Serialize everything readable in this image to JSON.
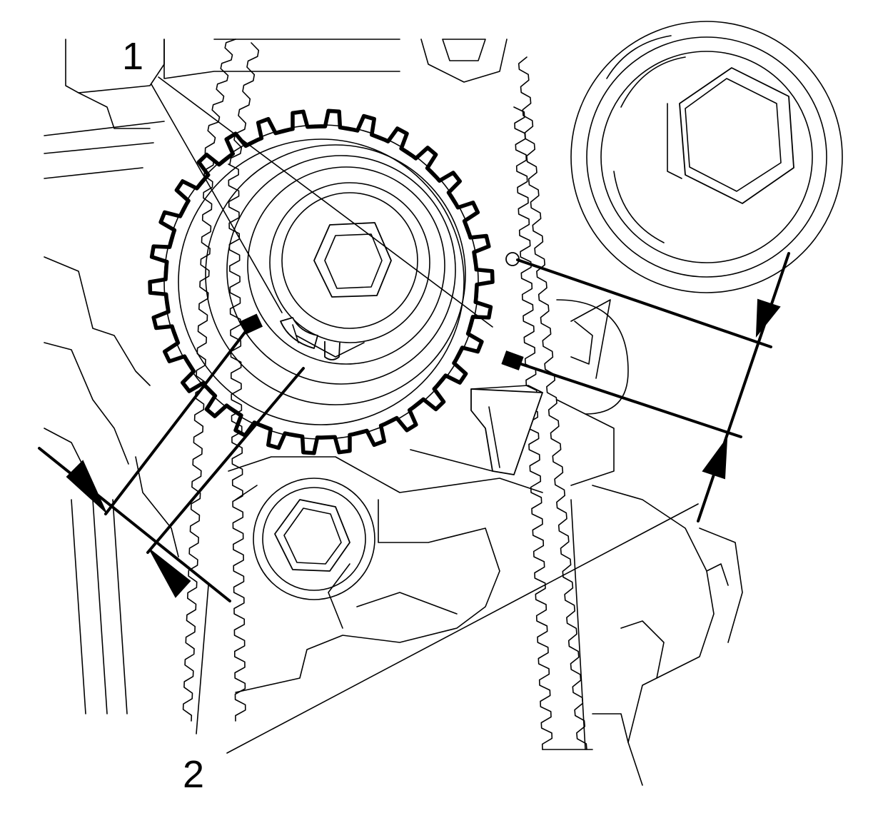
{
  "callouts": {
    "label_1": "1",
    "label_2": "2"
  },
  "colors": {
    "line": "#000000",
    "background": "#ffffff"
  },
  "sprocket": {
    "tooth_count": 30
  }
}
